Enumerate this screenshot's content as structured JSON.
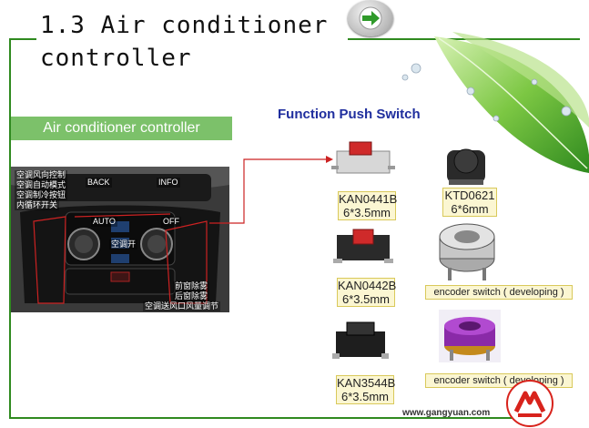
{
  "title": "1.3 Air conditioner\ncontroller",
  "nav": {
    "icon": "arrow-right-icon"
  },
  "banner": {
    "label": "Air conditioner controller"
  },
  "section": {
    "heading": "Function Push Switch"
  },
  "photo": {
    "button_labels": [
      "AUTO",
      "BACK",
      "INFO",
      "OFF"
    ],
    "callouts": [
      "空调风向控制",
      "空调自动模式",
      "空调制冷按钮",
      "内循环开关",
      "前窗除雾",
      "后窗除雾",
      "空调送风口风量调节",
      "空调开"
    ]
  },
  "products": [
    {
      "model": "KAN0441B",
      "size": "6*3.5mm"
    },
    {
      "model": "KTD0621",
      "size": "6*6mm"
    },
    {
      "model": "KAN0442B",
      "size": "6*3.5mm"
    },
    {
      "model": "encoder switch ( developing )",
      "size": ""
    },
    {
      "model": "KAN3544B",
      "size": "6*3.5mm"
    },
    {
      "model": "encoder switch ( developing )",
      "size": ""
    }
  ],
  "footer": {
    "url": "www.gangyuan.com"
  },
  "colors": {
    "accent_green": "#2f8a1f",
    "banner_green": "#7cc16a",
    "heading_blue": "#1f2e9e",
    "logo_red": "#d8231c"
  }
}
